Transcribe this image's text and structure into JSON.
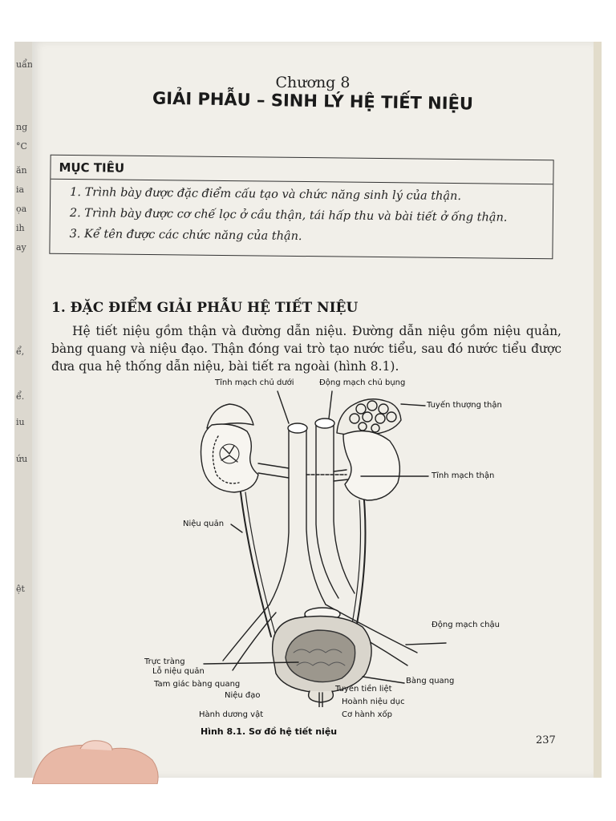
{
  "chapter": {
    "number": "Chương 8",
    "title": "GIẢI PHẪU – SINH LÝ HỆ TIẾT NIỆU"
  },
  "objectives": {
    "heading": "MỤC TIÊU",
    "items": [
      "1. Trình bày được đặc điểm cấu tạo và chức năng sinh lý của thận.",
      "2. Trình bày được cơ chế lọc ở cầu thận, tái hấp thu và bài tiết ở ống thận.",
      "3. Kể tên được các chức năng của thận."
    ]
  },
  "section": {
    "heading": "1. ĐẶC ĐIỂM GIẢI PHẪU HỆ TIẾT NIỆU",
    "paragraph": "Hệ tiết niệu gồm thận và đường dẫn niệu. Đường dẫn niệu gồm niệu quản, bàng quang và niệu đạo. Thận đóng vai trò tạo nước tiểu, sau đó nước tiểu được đưa qua hệ thống dẫn niệu, bài tiết ra ngoài (hình 8.1)."
  },
  "figure": {
    "labels": {
      "vena_cava": "Tĩnh mạch chủ dưới",
      "aorta": "Động mạch chủ bụng",
      "adrenal": "Tuyến thượng thận",
      "renal_vein": "Tĩnh mạch thận",
      "ureter": "Niệu quản",
      "iliac_artery": "Động mạch chậu",
      "rectum": "Trực tràng",
      "bladder": "Bàng quang",
      "ureter_orifice": "Lỗ niệu quản",
      "trigone": "Tam giác bàng quang",
      "prostate": "Tuyến tiền liệt",
      "urethra": "Niệu đạo",
      "perineal_diaphragm": "Hoành niệu dục",
      "penile_bulb": "Hành dương vật",
      "bulbospongiosus": "Cơ hành xốp"
    },
    "caption": "Hình 8.1. Sơ đồ hệ tiết niệu"
  },
  "page_number": "237",
  "left_page_fragments": [
    "uẩn",
    "ng",
    "°C",
    "ăn",
    "ia",
    "ọa",
    "ih",
    "ay",
    "ể,",
    "ể.",
    "iu",
    "ứu",
    "ệt"
  ]
}
